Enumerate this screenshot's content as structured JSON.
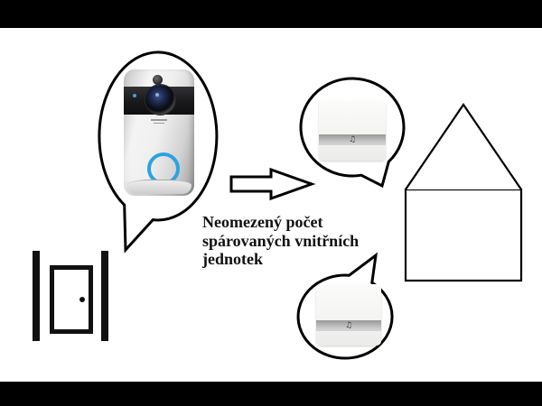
{
  "scene": {
    "background_color": "#ffffff",
    "letterbox_color": "#000000"
  },
  "caption": {
    "lines": [
      "Neomezený počet",
      "spárovaných vnitřních",
      "jednotek"
    ],
    "color": "#111111"
  },
  "doorbell": {
    "label": "smart-video-doorbell",
    "body_color": "#e9e9e9",
    "camera_band_color": "#1a1a1c",
    "button_ring_color": "#2aa3e2",
    "led_color": "#4a9fd8"
  },
  "chime_units": [
    {
      "label": "wireless-chime-top",
      "note_icon": "♫",
      "band_color": "#b5b5b5"
    },
    {
      "label": "wireless-chime-bottom",
      "note_icon": "♫",
      "band_color": "#b5b5b5"
    }
  ],
  "icons": {
    "arrow": "right-arrow-outline",
    "house": "house-outline",
    "door": "open-door-icon"
  }
}
